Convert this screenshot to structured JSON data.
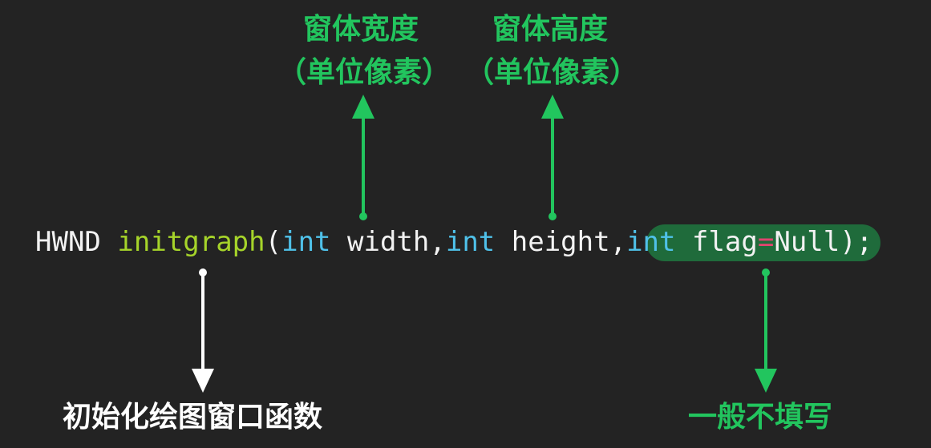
{
  "labels": {
    "width_title": "窗体宽度",
    "width_unit": "（单位像素）",
    "height_title": "窗体高度",
    "height_unit": "（单位像素）",
    "function_desc": "初始化绘图窗口函数",
    "flag_desc": "一般不填写"
  },
  "code": {
    "return_type": "HWND",
    "function_name": "initgraph",
    "open_paren": "(",
    "param1_type": "int",
    "param1_name": "width",
    "comma1": ",",
    "param2_type": "int",
    "param2_name": "height",
    "comma2": ",",
    "param3_type": "int",
    "param3_name": "flag",
    "param3_eq": "=",
    "param3_default": "Null",
    "close": ");"
  },
  "colors": {
    "background": "#232323",
    "annotation_green": "#22c55e",
    "highlight": "#1f6b3b",
    "keyword": "#4fc1e9",
    "function": "#a6d42a",
    "operator": "#e0456f"
  }
}
